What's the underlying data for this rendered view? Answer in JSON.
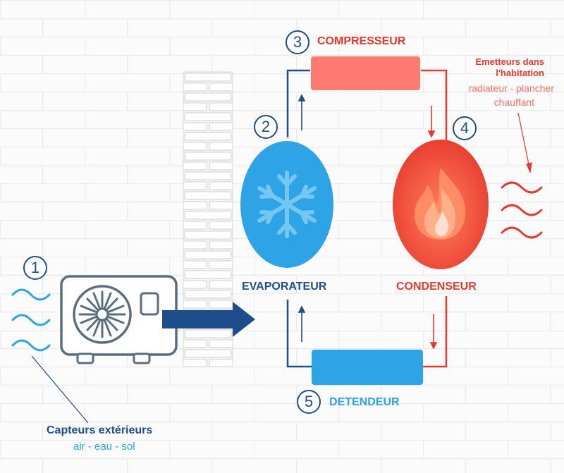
{
  "steps": {
    "one": "1",
    "two": "2",
    "three": "3",
    "four": "4",
    "five": "5"
  },
  "labels": {
    "compresseur": "COMPRESSEUR",
    "evaporateur": "EVAPORATEUR",
    "condenseur": "CONDENSEUR",
    "detendeur": "DETENDEUR",
    "emetteurs_title_line1": "Emetteurs dans",
    "emetteurs_title_line2": "l'habitation",
    "emetteurs_sub_line1": "radiateur - plancher",
    "emetteurs_sub_line2": "chauffant",
    "capteurs_title": "Capteurs extérieurs",
    "capteurs_sub": "air - eau - sol"
  },
  "colors": {
    "navy": "#1e4d8c",
    "blue": "#2ea3e6",
    "red": "#e8392f",
    "salmon": "#ff7a70",
    "brick": "#f3f3f3"
  },
  "icons": {
    "evaporator": "snowflake-icon",
    "condenser": "flame-icon",
    "outdoor_unit": "heat-pump-unit-icon"
  }
}
